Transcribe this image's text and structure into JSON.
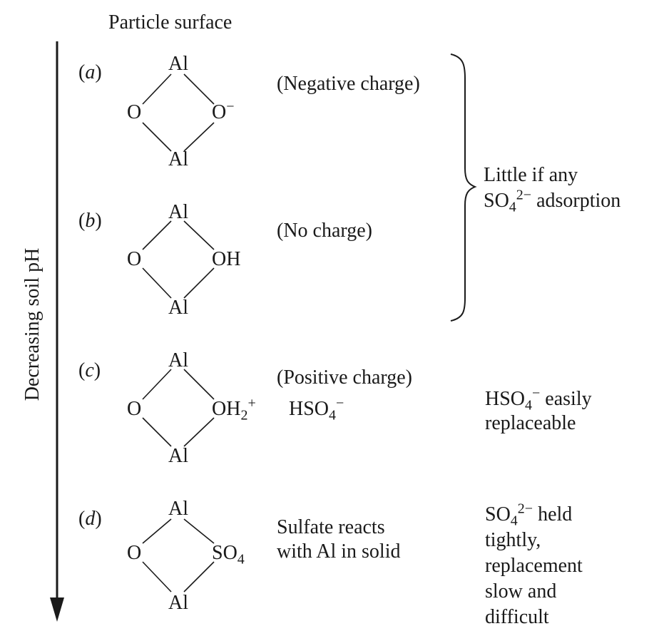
{
  "header": {
    "title": "Particle surface"
  },
  "axis": {
    "label": "Decreasing soil pH"
  },
  "rows": [
    {
      "id": "a",
      "letter": "a",
      "top": "Al",
      "left": "O",
      "right": "O",
      "right_sup": "−",
      "right_sub": "",
      "bottom": "Al",
      "note": "(Negative charge)"
    },
    {
      "id": "b",
      "letter": "b",
      "top": "Al",
      "left": "O",
      "right": "OH",
      "right_sup": "",
      "right_sub": "",
      "bottom": "Al",
      "note": "(No charge)"
    },
    {
      "id": "c",
      "letter": "c",
      "top": "Al",
      "left": "O",
      "right": "OH",
      "right_sub": "2",
      "right_sup": "+",
      "bottom": "Al",
      "note": "(Positive charge)",
      "anion": "HSO",
      "anion_sub": "4",
      "anion_sup": "−"
    },
    {
      "id": "d",
      "letter": "d",
      "top": "Al",
      "left": "O",
      "right": "SO",
      "right_sub": "4",
      "right_sup": "",
      "bottom": "Al",
      "note_line1": "Sulfate reacts",
      "note_line2": "with Al in solid"
    }
  ],
  "brace_note": {
    "line1": "Little if any",
    "line2_base": "SO",
    "line2_sub": "4",
    "line2_sup": "2−",
    "line2_rest": " adsorption"
  },
  "note_c": {
    "line1_base": "HSO",
    "line1_sub": "4",
    "line1_sup": "−",
    "line1_rest": " easily",
    "line2": "replaceable"
  },
  "note_d": {
    "line1_base": "SO",
    "line1_sub": "4",
    "line1_sup": "2−",
    "line1_rest": " held",
    "line2": "tightly,",
    "line3": "replacement",
    "line4": "slow and",
    "line5": "difficult"
  }
}
